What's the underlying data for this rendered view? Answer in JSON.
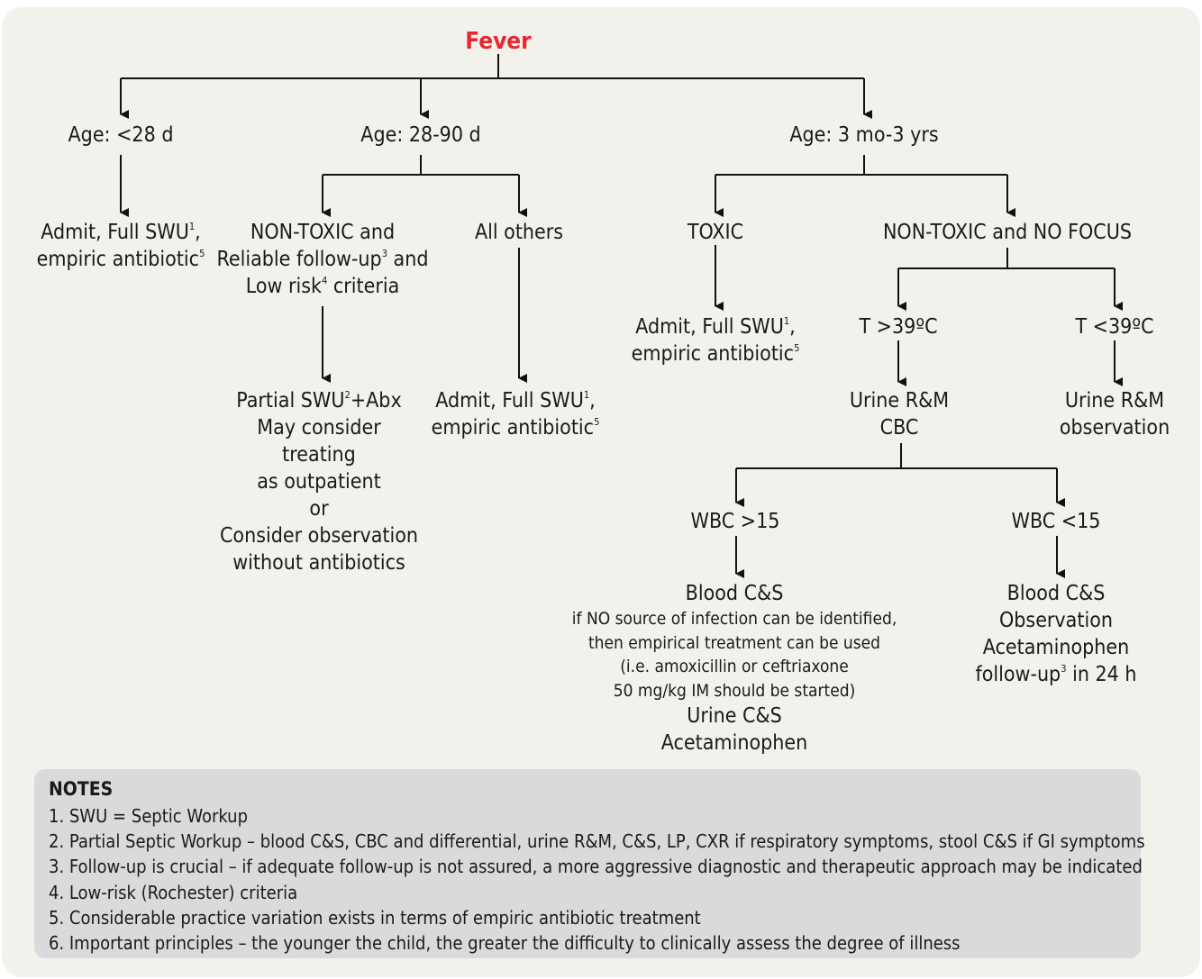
{
  "title": "Fever",
  "nodes": {
    "age_28d": "Age: <28 d",
    "age_28_90": "Age: 28-90 d",
    "age_3mo_3y": "Age: 3 mo-3 yrs",
    "admit_neonate": [
      "Admit, Full SWU",
      "empiric antibiotic"
    ],
    "nontoxic_reliable": [
      "NON-TOXIC and",
      "Reliable follow-up",
      " and",
      "Low risk",
      " criteria"
    ],
    "all_others": "All others",
    "toxic": "TOXIC",
    "nontoxic_nofocus": "NON-TOXIC and NO FOCUS",
    "partial_swu": [
      "Partial SWU",
      "+Abx",
      "May consider",
      "treating",
      "as outpatient",
      "or",
      "Consider observation",
      "without antibiotics"
    ],
    "admit_others": [
      "Admit, Full SWU",
      "empiric antibiotic"
    ],
    "admit_toxic": [
      "Admit, Full SWU",
      "empiric antibiotic"
    ],
    "t_high": "T >39ºC",
    "t_low": "T <39ºC",
    "urine_cbc": [
      "Urine R&M",
      "CBC"
    ],
    "urine_obs": [
      "Urine R&M",
      "observation"
    ],
    "wbc_high": "WBC >15",
    "wbc_low": "WBC <15",
    "blood_high": {
      "head": "Blood C&S",
      "detail": [
        "if NO source of infection can be identified,",
        "then empirical treatment can be used",
        "(i.e. amoxicillin or ceftriaxone",
        "50 mg/kg IM should be started)"
      ],
      "tail": [
        "Urine C&S",
        "Acetaminophen"
      ]
    },
    "blood_low": [
      "Blood C&S",
      "Observation",
      "Acetaminophen",
      "follow-up",
      " in 24 h"
    ]
  },
  "superscripts": {
    "one": "1",
    "two": "2",
    "three": "3",
    "four": "4",
    "five": "5"
  },
  "punct": {
    "comma": ","
  },
  "notes": {
    "title": "NOTES",
    "items": [
      "1. SWU = Septic Workup",
      "2. Partial Septic Workup – blood C&S, CBC and differential, urine R&M, C&S, LP, CXR if respiratory symptoms, stool C&S if GI symptoms",
      "3. Follow-up is crucial – if adequate follow-up is not assured, a more aggressive diagnostic and therapeutic approach may be indicated",
      "4. Low-risk (Rochester) criteria",
      "5. Considerable practice variation exists in terms of empiric antibiotic treatment",
      "6. Important principles – the younger the child, the greater the difficulty to clinically assess the degree of illness"
    ]
  },
  "colors": {
    "title": "#e8282e",
    "panel": "#f3f1ec",
    "notes_box": "#d9dadb",
    "line": "#111111"
  }
}
